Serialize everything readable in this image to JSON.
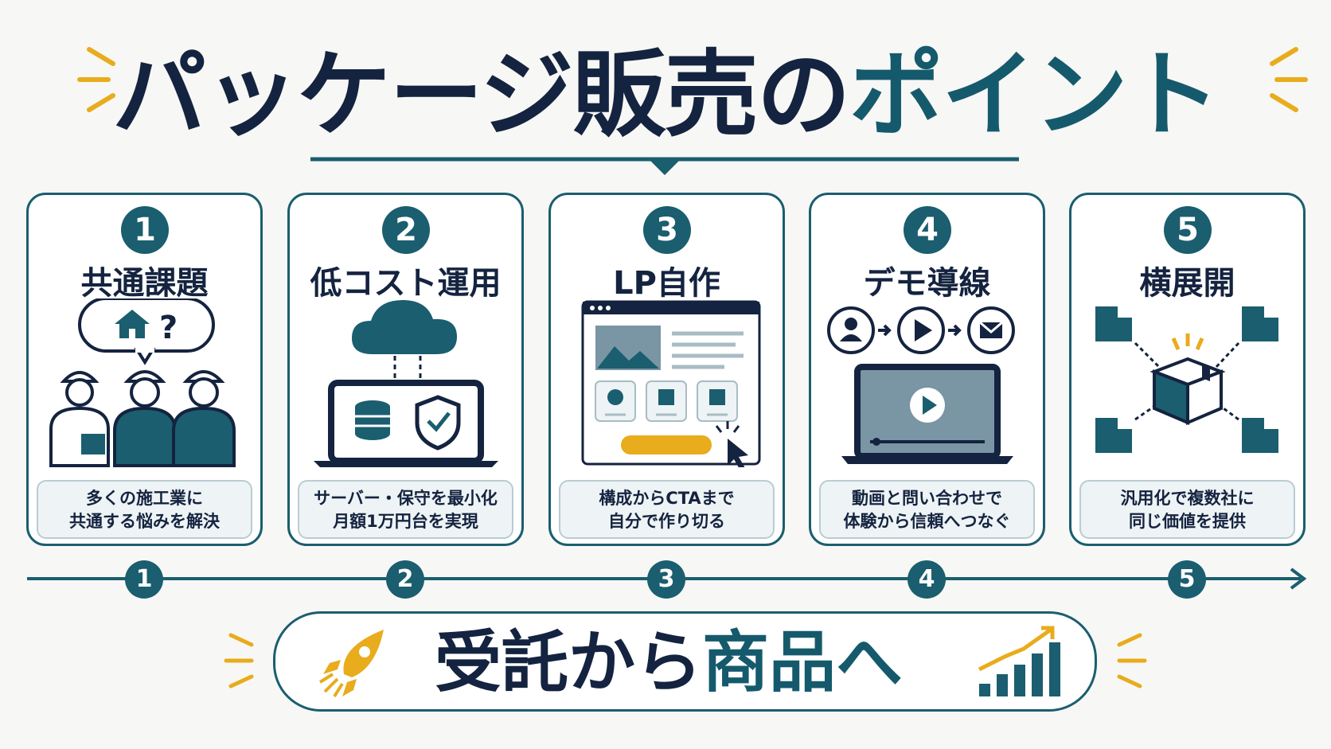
{
  "title": {
    "part1": "パッケージ販売の",
    "part2": "ポイント"
  },
  "cards": [
    {
      "num": "1",
      "title": "共通課題",
      "desc": [
        "多くの施工業に",
        "共通する悩みを解決"
      ],
      "icon": "workers-question-icon"
    },
    {
      "num": "2",
      "title": "低コスト運用",
      "desc": [
        "サーバー・保守を最小化",
        "月額1万円台を実現"
      ],
      "icon": "cloud-laptop-shield-icon"
    },
    {
      "num": "3",
      "title": "LP自作",
      "desc": [
        "構成からCTAまで",
        "自分で作り切る"
      ],
      "icon": "landing-page-cursor-icon"
    },
    {
      "num": "4",
      "title": "デモ導線",
      "desc": [
        "動画と問い合わせで",
        "体験から信頼へつなぐ"
      ],
      "icon": "user-play-mail-laptop-icon"
    },
    {
      "num": "5",
      "title": "横展開",
      "desc": [
        "汎用化で複数社に",
        "同じ価値を提供"
      ],
      "icon": "box-buildings-icon"
    }
  ],
  "timeline": [
    "1",
    "2",
    "3",
    "4",
    "5"
  ],
  "banner": {
    "part1": "受託から",
    "part2": "商品へ"
  },
  "colors": {
    "navy": "#14233f",
    "teal": "#1a5e6f",
    "gold": "#e8ac1c",
    "light": "#eef3f5"
  }
}
